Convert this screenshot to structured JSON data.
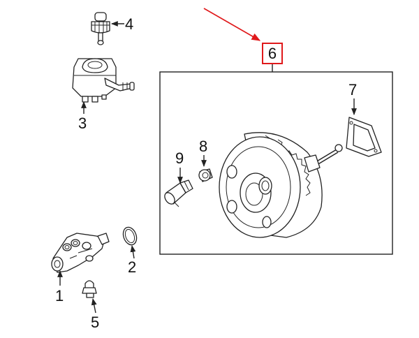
{
  "callouts": {
    "c1": "1",
    "c2": "2",
    "c3": "3",
    "c4": "4",
    "c5": "5",
    "c6": "6",
    "c7": "7",
    "c8": "8",
    "c9": "9"
  },
  "colors": {
    "highlight": "#e0191b",
    "line": "#222222",
    "background": "#ffffff"
  }
}
